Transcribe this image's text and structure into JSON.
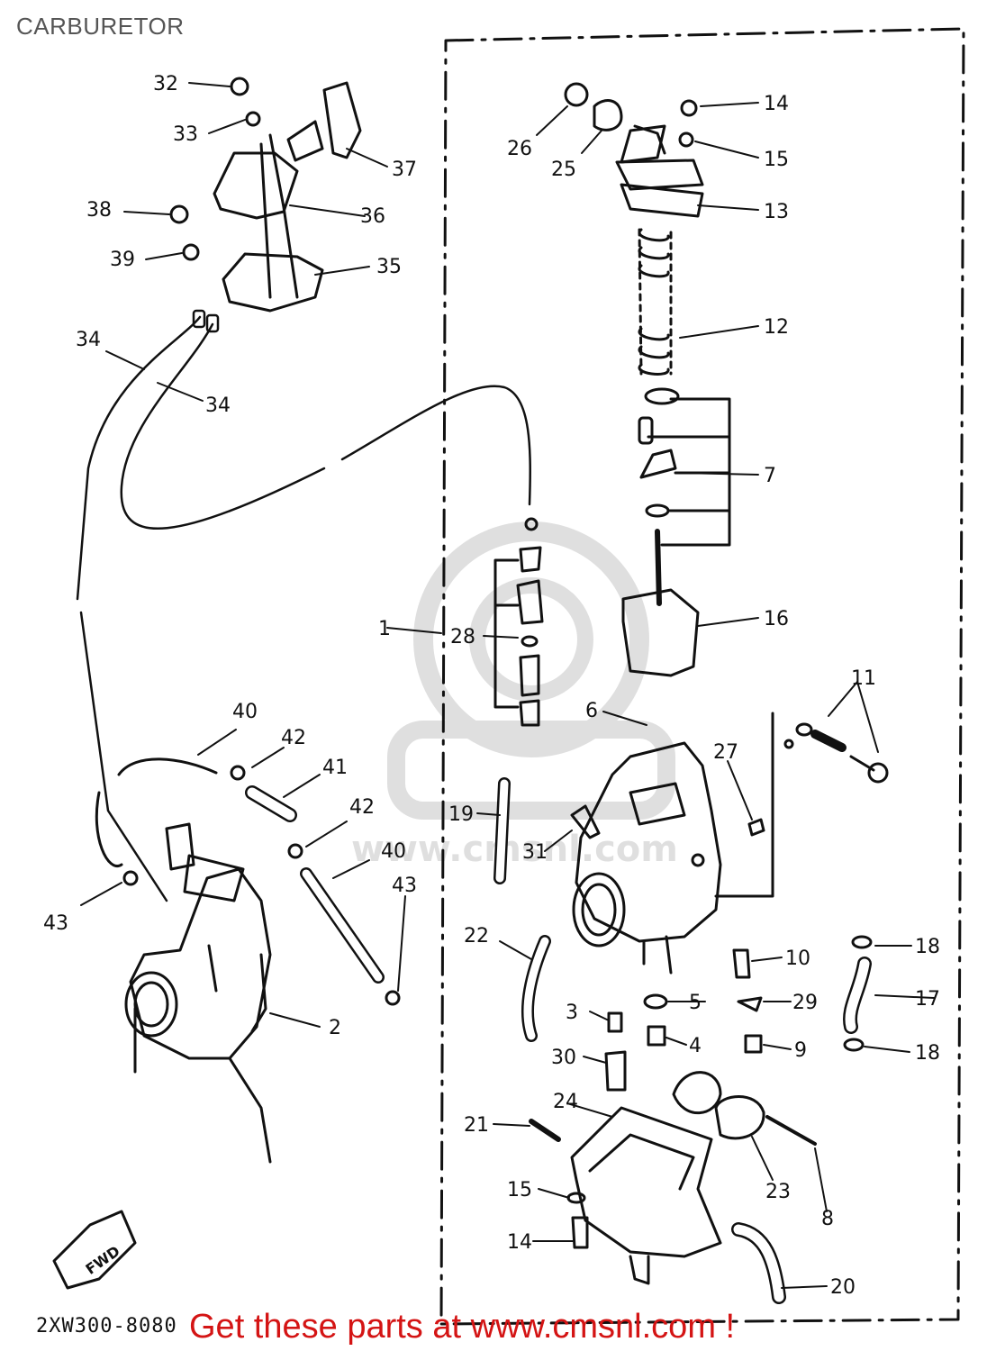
{
  "title": "CARBURETOR",
  "diagram_code": "2XW300-8080",
  "footer_link": "Get these parts at www.cmsnl.com !",
  "watermark": "www.cmsnl.com",
  "fwd_label": "FWD",
  "colors": {
    "line": "#111111",
    "link": "#d41414",
    "title": "#555555"
  },
  "callouts": [
    "32",
    "33",
    "37",
    "38",
    "36",
    "39",
    "35",
    "34",
    "34",
    "40",
    "42",
    "41",
    "42",
    "40",
    "43",
    "43",
    "2",
    "26",
    "25",
    "14",
    "15",
    "13",
    "12",
    "7",
    "1",
    "28",
    "16",
    "11",
    "6",
    "27",
    "19",
    "31",
    "22",
    "10",
    "18",
    "3",
    "5",
    "29",
    "17",
    "4",
    "9",
    "18",
    "30",
    "24",
    "21",
    "23",
    "15",
    "8",
    "14",
    "20"
  ]
}
